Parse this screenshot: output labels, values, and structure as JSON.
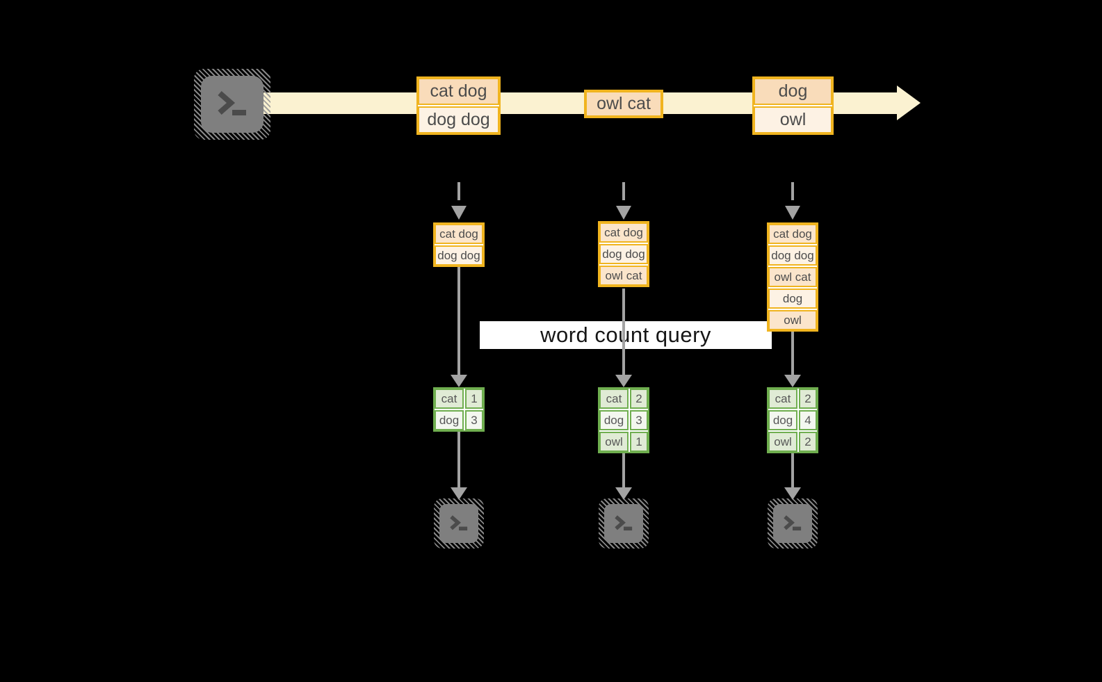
{
  "diagram": {
    "query_label": "word count query",
    "stream": {
      "events": [
        {
          "lines": [
            "cat dog",
            "dog dog"
          ]
        },
        {
          "lines": [
            "owl cat"
          ]
        },
        {
          "lines": [
            "dog",
            "owl"
          ]
        }
      ]
    },
    "parallel_instances": [
      {
        "buffered_lines": [
          "cat dog",
          "dog dog"
        ],
        "word_counts": [
          {
            "word": "cat",
            "count": "1"
          },
          {
            "word": "dog",
            "count": "3"
          }
        ]
      },
      {
        "buffered_lines": [
          "cat dog",
          "dog dog",
          "owl cat"
        ],
        "word_counts": [
          {
            "word": "cat",
            "count": "2"
          },
          {
            "word": "dog",
            "count": "3"
          },
          {
            "word": "owl",
            "count": "1"
          }
        ]
      },
      {
        "buffered_lines": [
          "cat dog",
          "dog dog",
          "owl cat",
          "dog",
          "owl"
        ],
        "word_counts": [
          {
            "word": "cat",
            "count": "2"
          },
          {
            "word": "dog",
            "count": "4"
          },
          {
            "word": "owl",
            "count": "2"
          }
        ]
      }
    ],
    "colors": {
      "event_border": "#f0b41f",
      "event_fill_dark": "#f9dcba",
      "event_fill_light": "#fdf2e4",
      "stream_band": "#fbf2d1",
      "table_border": "#6fae4f",
      "table_fill_dark": "#e0ebd5",
      "table_fill_light": "#f3f7ef",
      "arrow_gray": "#a3a3a3",
      "terminal_gray": "#7f7f7f",
      "banner_bg": "#ffffff"
    }
  }
}
